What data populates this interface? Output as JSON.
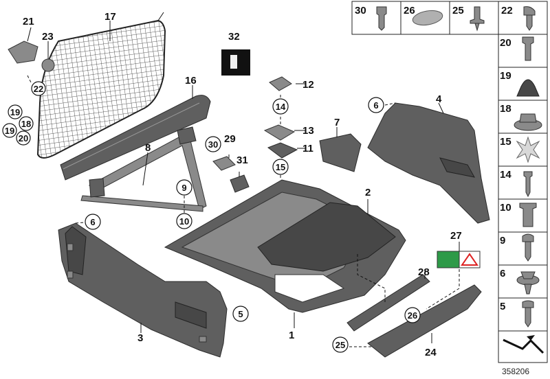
{
  "diagram": {
    "callouts": {
      "c1": "1",
      "c2": "2",
      "c3": "3",
      "c4": "4",
      "c5": "5",
      "c6a": "6",
      "c6b": "6",
      "c7": "7",
      "c8": "8",
      "c9": "9",
      "c10": "10",
      "c11": "11",
      "c12": "12",
      "c13": "13",
      "c14": "14",
      "c15": "15",
      "c16": "16",
      "c17": "17",
      "c18": "18",
      "c19a": "19",
      "c19b": "19",
      "c20": "20",
      "c21": "21",
      "c22": "22",
      "c23": "23",
      "c24": "24",
      "c25": "25",
      "c26": "26",
      "c27": "27",
      "c28": "28",
      "c29": "29",
      "c30": "30",
      "c31": "31",
      "c32": "32"
    },
    "table_top": [
      "30",
      "26",
      "25",
      "22"
    ],
    "table_side": [
      "20",
      "19",
      "18",
      "15",
      "14",
      "10",
      "9",
      "6",
      "5"
    ],
    "doc_number": "358206"
  }
}
